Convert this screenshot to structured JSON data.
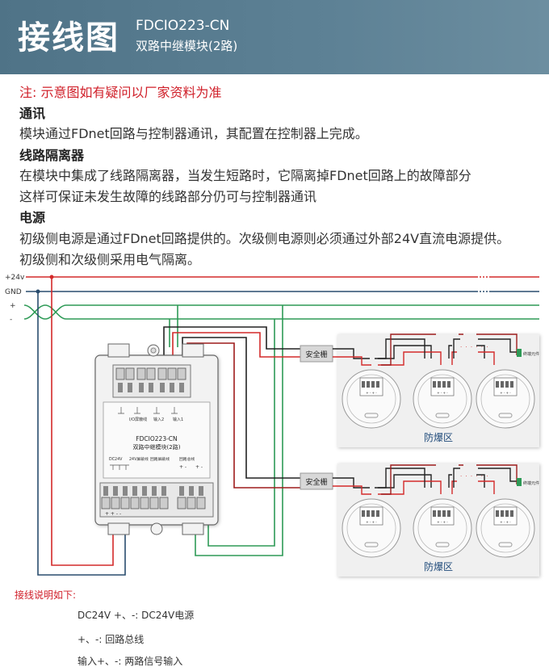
{
  "header": {
    "title": "接线图",
    "model": "FDCIO223-CN",
    "subtitle": "双路中继模块(2路)"
  },
  "note": "注:   示意图如有疑问以厂家资料为准",
  "sections": [
    {
      "heading": "通讯",
      "lines": [
        "模块通过FDnet回路与控制器通讯，其配置在控制器上完成。"
      ]
    },
    {
      "heading": "线路隔离器",
      "lines": [
        "在模块中集成了线路隔离器，当发生短路时，它隔离掉FDnet回路上的故障部分",
        "这样可保证未发生故障的线路部分仍可与控制器通讯"
      ]
    },
    {
      "heading": "电源",
      "lines": [
        "初级侧电源是通过FDnet回路提供的。次级侧电源则必须通过外部24V直流电源提供。",
        "初级侧和次级侧采用电气隔离。"
      ]
    }
  ],
  "diagram": {
    "rail_labels": [
      "+24v",
      "GND",
      "+",
      "-"
    ],
    "module_model": "FDCIO223-CN",
    "module_name": "双路中继模块(2路)",
    "module_top_labels": [
      "I/O屏蔽线",
      "输入2",
      "输入1"
    ],
    "module_mid_labels": [
      "DC24V",
      "24V屏蔽线",
      "回路屏蔽线",
      "回路总线"
    ],
    "module_plusminus_mid": [
      "+ -",
      "+ -"
    ],
    "module_bottom_terms": "+  +  -  -",
    "barrier_label": "安全栅",
    "zone_label": "防爆区",
    "terminal_element_label": "终端元件",
    "detector_terms": "+ - + -",
    "colors": {
      "red": "#d42a2a",
      "darkred": "#9e1c1c",
      "green": "#2e9a56",
      "navy": "#2a4d6e",
      "black": "#222222"
    }
  },
  "explanation": {
    "heading": "接线说明如下:",
    "lines": [
      "DC24V +、-:  DC24V电源",
      "+、-:  回路总线",
      "输入+、-:  两路信号输入"
    ]
  }
}
